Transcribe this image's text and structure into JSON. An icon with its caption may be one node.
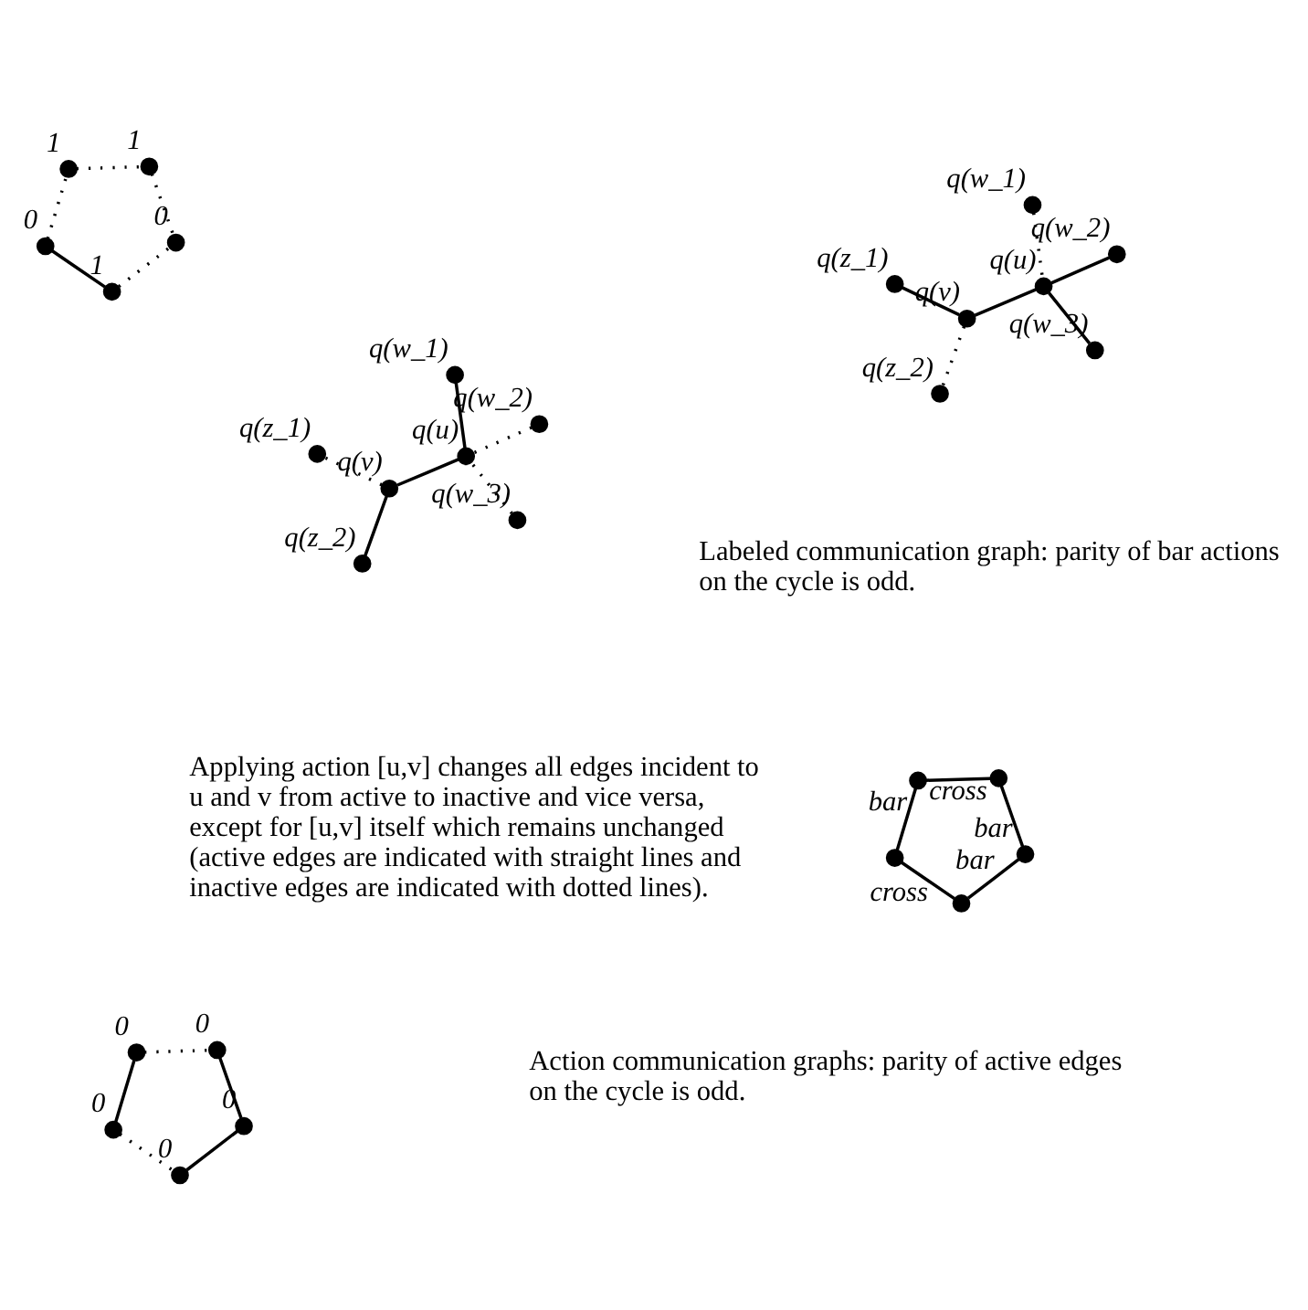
{
  "diagram": {
    "nodes": [
      {
        "text": [],
        "shape": "circle",
        "beside": [
          "q(w_1)"
        ]
      },
      {
        "text": [],
        "shape": "circle",
        "beside": [
          "q(w_2)"
        ]
      },
      {
        "text": [],
        "shape": "circle",
        "beside": [
          "q(w_3)"
        ]
      },
      {
        "text": [],
        "shape": "circle",
        "beside": [
          "q(u)"
        ]
      },
      {
        "text": [],
        "shape": "circle",
        "beside": [
          "q(v)"
        ]
      },
      {
        "text": [],
        "shape": "circle",
        "beside": [
          "q(z_1)"
        ]
      },
      {
        "text": [],
        "shape": "circle",
        "beside": [
          "q(z_2)"
        ]
      },
      {
        "text": [],
        "shape": "circle"
      },
      {
        "text": [],
        "shape": "circle"
      },
      {
        "text": [],
        "shape": "circle"
      },
      {
        "text": [],
        "shape": "circle"
      },
      {
        "text": [],
        "shape": "circle"
      },
      {
        "text": [],
        "shape": "circle",
        "beside": [
          "q(w_1)"
        ]
      },
      {
        "text": [],
        "shape": "circle",
        "beside": [
          "q(w_2)"
        ]
      },
      {
        "text": [],
        "shape": "circle",
        "beside": [
          "q(w_3)"
        ]
      },
      {
        "text": [],
        "shape": "circle",
        "beside": [
          "q(u)"
        ]
      },
      {
        "text": [],
        "shape": "circle",
        "beside": [
          "q(v)"
        ]
      },
      {
        "text": [],
        "shape": "circle",
        "beside": [
          "q(z_1)"
        ]
      },
      {
        "text": [],
        "shape": "circle",
        "beside": [
          "q(z_2)"
        ]
      },
      {
        "text": [],
        "shape": "circle",
        "beside": [
          "0"
        ]
      },
      {
        "text": [],
        "shape": "circle",
        "beside": [
          "0"
        ]
      },
      {
        "text": [],
        "shape": "circle",
        "beside": [
          "0"
        ]
      },
      {
        "text": [],
        "shape": "circle",
        "beside": [
          "0"
        ]
      },
      {
        "text": [],
        "shape": "circle",
        "beside": [
          "0"
        ]
      },
      {
        "text": [],
        "shape": "circle",
        "beside": [
          "0"
        ]
      },
      {
        "text": [],
        "shape": "circle",
        "beside": [
          "1"
        ]
      },
      {
        "text": [],
        "shape": "circle",
        "beside": [
          "1"
        ]
      },
      {
        "text": [],
        "shape": "circle",
        "beside": [
          "1"
        ]
      },
      {
        "text": [],
        "shape": "circle",
        "beside": [
          "0"
        ]
      }
    ],
    "edges": [
      {
        "from": 0,
        "to": 3,
        "arrow": "none"
      },
      {
        "from": 1,
        "to": 3,
        "arrow": "none",
        "style": "dashed"
      },
      {
        "from": 2,
        "to": 3,
        "arrow": "none",
        "style": "dashed"
      },
      {
        "from": 3,
        "to": 4,
        "arrow": "none"
      },
      {
        "from": 4,
        "to": 5,
        "arrow": "none",
        "style": "dashed"
      },
      {
        "from": 4,
        "to": 6,
        "arrow": "none"
      },
      {
        "from": 7,
        "to": 8,
        "arrow": "none",
        "label": "bar"
      },
      {
        "from": 7,
        "to": 9,
        "arrow": "none",
        "label": "cross"
      },
      {
        "from": 8,
        "to": 10,
        "arrow": "none",
        "label": "cross"
      },
      {
        "from": 9,
        "to": 11,
        "arrow": "none",
        "label": "bar"
      },
      {
        "from": 10,
        "to": 11,
        "arrow": "none",
        "label": "bar"
      },
      {
        "from": 12,
        "to": 15,
        "arrow": "none",
        "style": "dashed"
      },
      {
        "from": 13,
        "to": 15,
        "arrow": "none"
      },
      {
        "from": 14,
        "to": 15,
        "arrow": "none"
      },
      {
        "from": 15,
        "to": 16,
        "arrow": "none"
      },
      {
        "from": 16,
        "to": 17,
        "arrow": "none"
      },
      {
        "from": 16,
        "to": 18,
        "arrow": "none",
        "style": "dashed"
      },
      {
        "from": 19,
        "to": 20,
        "arrow": "none"
      },
      {
        "from": 19,
        "to": 21,
        "arrow": "none",
        "style": "dashed"
      },
      {
        "from": 20,
        "to": 22,
        "arrow": "none",
        "style": "dashed"
      },
      {
        "from": 21,
        "to": 23,
        "arrow": "none"
      },
      {
        "from": 22,
        "to": 23,
        "arrow": "none"
      },
      {
        "from": 24,
        "to": 25,
        "arrow": "none",
        "style": "dashed"
      },
      {
        "from": 24,
        "to": 26,
        "arrow": "none"
      },
      {
        "from": 25,
        "to": 27,
        "arrow": "none",
        "style": "dashed"
      },
      {
        "from": 26,
        "to": 28,
        "arrow": "none",
        "style": "dashed"
      },
      {
        "from": 27,
        "to": 28,
        "arrow": "none",
        "style": "dashed"
      }
    ],
    "labels": [
      "Labeled communication graph: parity of bar actions on the cycle is odd.",
      "Applying action [u,v] changes all edges incident to u and v from active to inactive and vice versa, except for [u,v] itself which remains unchanged (active edges are indicated with straight lines and inactive edges are indicated with dotted lines).",
      "Action communication graphs: parity of active edges on the cycle is odd."
    ]
  }
}
